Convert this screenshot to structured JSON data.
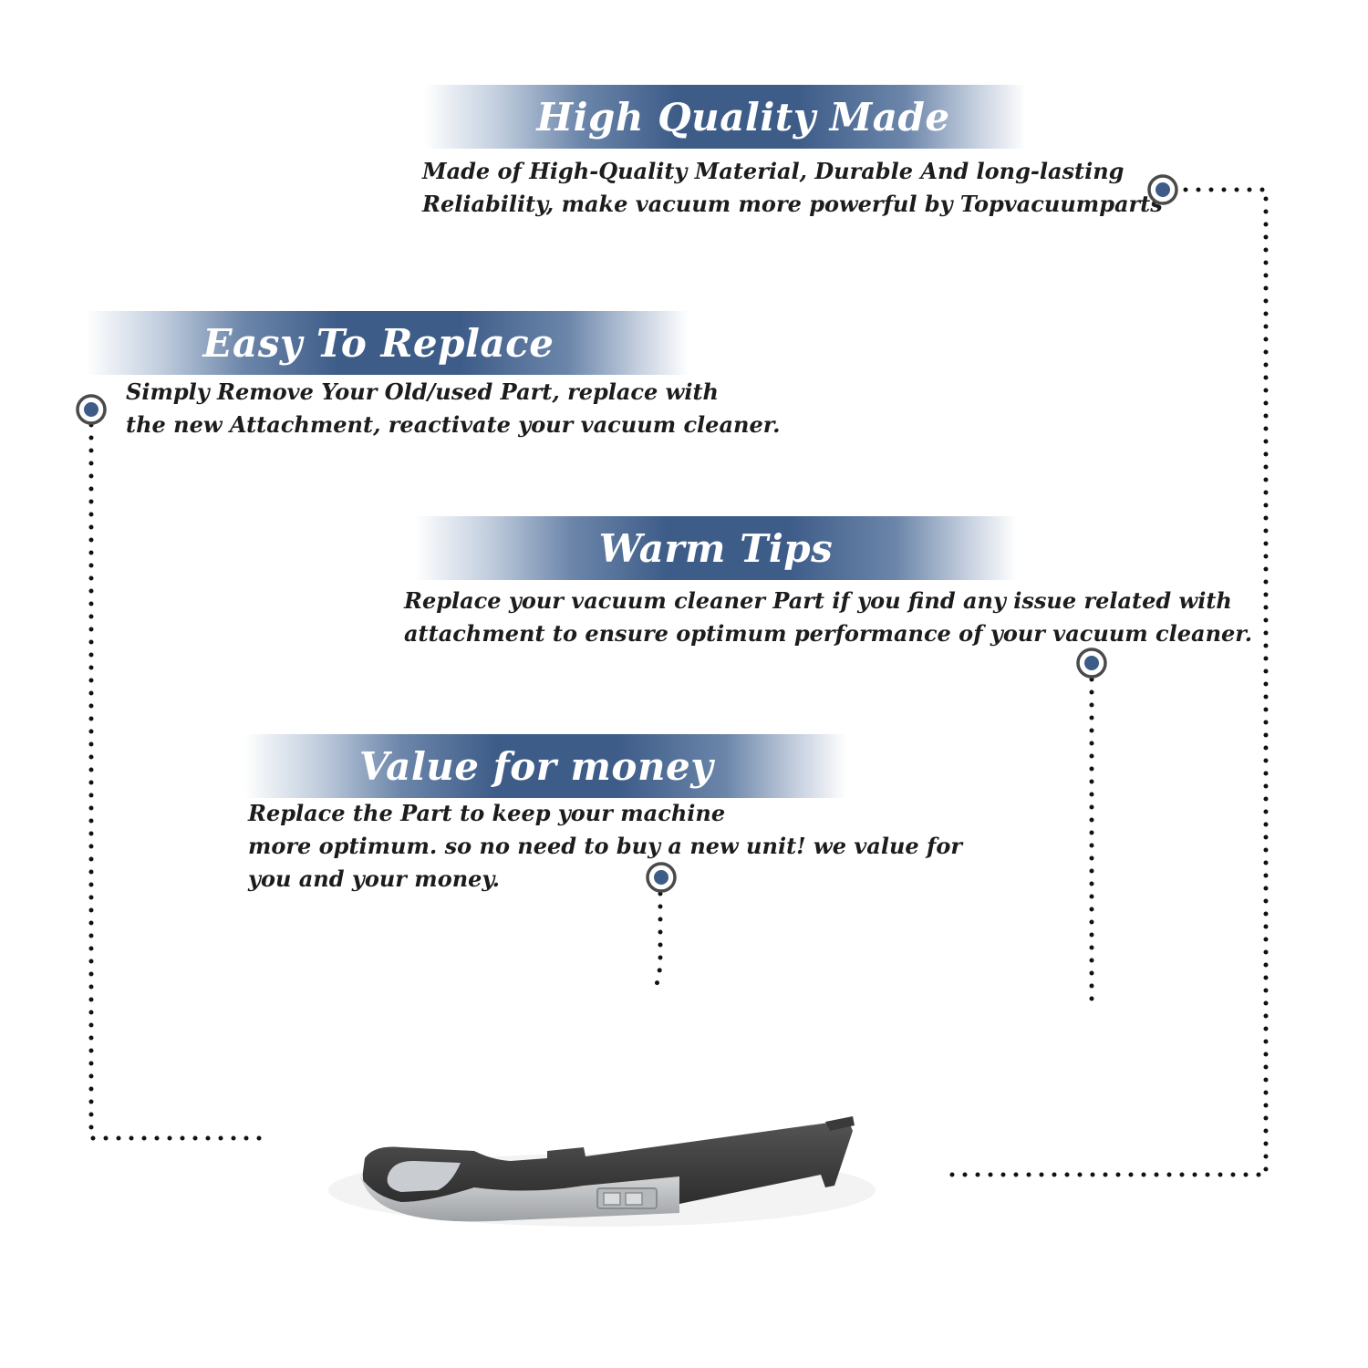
{
  "sections": [
    {
      "title": "High Quality Made",
      "lines": [
        "Made of  High-Quality Material, Durable And long-lasting",
        "Reliability, make vacuum more powerful by Topvacuumparts"
      ]
    },
    {
      "title": "Easy To Replace",
      "lines": [
        "Simply Remove Your Old/used Part, replace with",
        "the new Attachment, reactivate your vacuum cleaner."
      ]
    },
    {
      "title": "Warm Tips",
      "lines": [
        "Replace your vacuum cleaner Part if you find any issue related with",
        " attachment to ensure optimum performance of your vacuum cleaner."
      ]
    },
    {
      "title": "Value for money",
      "lines": [
        "Replace the Part to keep your machine",
        "more optimum. so no need to buy a new unit! we value for",
        "you and your money."
      ]
    }
  ],
  "colors": {
    "banner_blue": "#3d5c88",
    "marker_blue": "#3d5c88",
    "text": "#1c1c1c",
    "dots": "#111111"
  },
  "product_image": "vacuum-handle-illustration"
}
